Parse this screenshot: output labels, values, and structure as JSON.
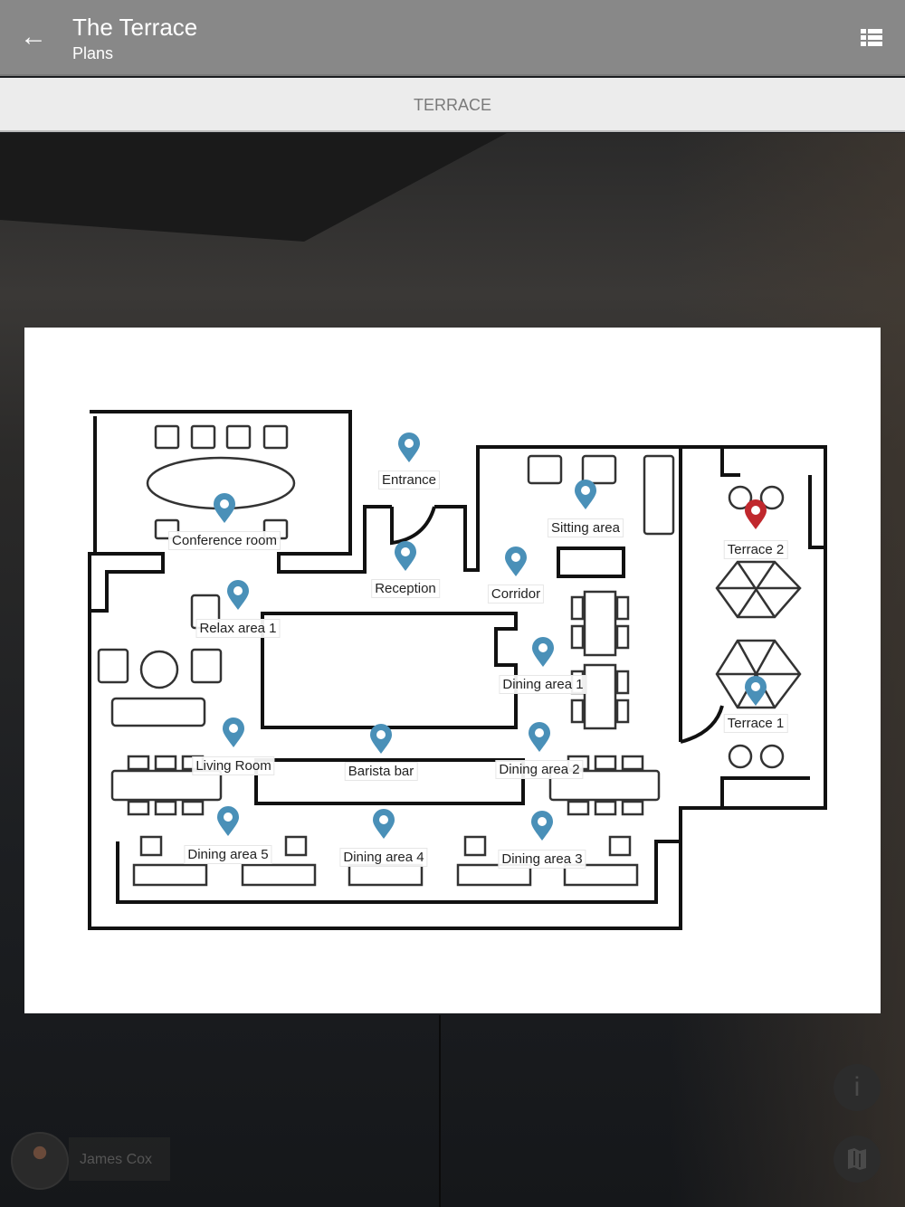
{
  "header": {
    "title": "The Terrace",
    "subtitle": "Plans",
    "back_icon": "arrow-left-icon",
    "menu_icon": "list-view-icon"
  },
  "tabs": [
    {
      "label": "TERRACE",
      "active": true
    }
  ],
  "plan": {
    "pins": [
      {
        "label": "Entrance",
        "color": "#4a90b8"
      },
      {
        "label": "Conference room",
        "color": "#4a90b8"
      },
      {
        "label": "Sitting area",
        "color": "#4a90b8"
      },
      {
        "label": "Terrace 2",
        "color": "#c0282d",
        "selected": true
      },
      {
        "label": "Reception",
        "color": "#4a90b8"
      },
      {
        "label": "Corridor",
        "color": "#4a90b8"
      },
      {
        "label": "Relax area 1",
        "color": "#4a90b8"
      },
      {
        "label": "Dining area 1",
        "color": "#4a90b8"
      },
      {
        "label": "Terrace 1",
        "color": "#4a90b8"
      },
      {
        "label": "Living Room",
        "color": "#4a90b8"
      },
      {
        "label": "Barista bar",
        "color": "#4a90b8"
      },
      {
        "label": "Dining area 2",
        "color": "#4a90b8"
      },
      {
        "label": "Dining area 5",
        "color": "#4a90b8"
      },
      {
        "label": "Dining area 4",
        "color": "#4a90b8"
      },
      {
        "label": "Dining area 3",
        "color": "#4a90b8"
      }
    ]
  },
  "user": {
    "name": "James Cox"
  },
  "buttons": {
    "info_icon": "info-icon",
    "map_icon": "map-icon"
  }
}
